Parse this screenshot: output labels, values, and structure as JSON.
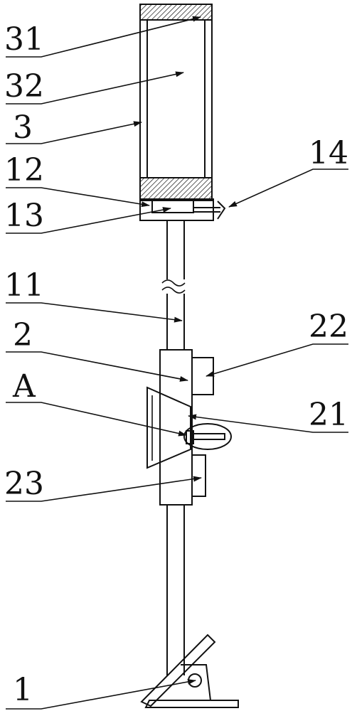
{
  "labels": {
    "l31": "31",
    "l32": "32",
    "l3": "3",
    "l12": "12",
    "l13": "13",
    "l14": "14",
    "l11": "11",
    "l2": "2",
    "l22": "22",
    "lA": "A",
    "l21": "21",
    "l23": "23",
    "l1": "1"
  }
}
